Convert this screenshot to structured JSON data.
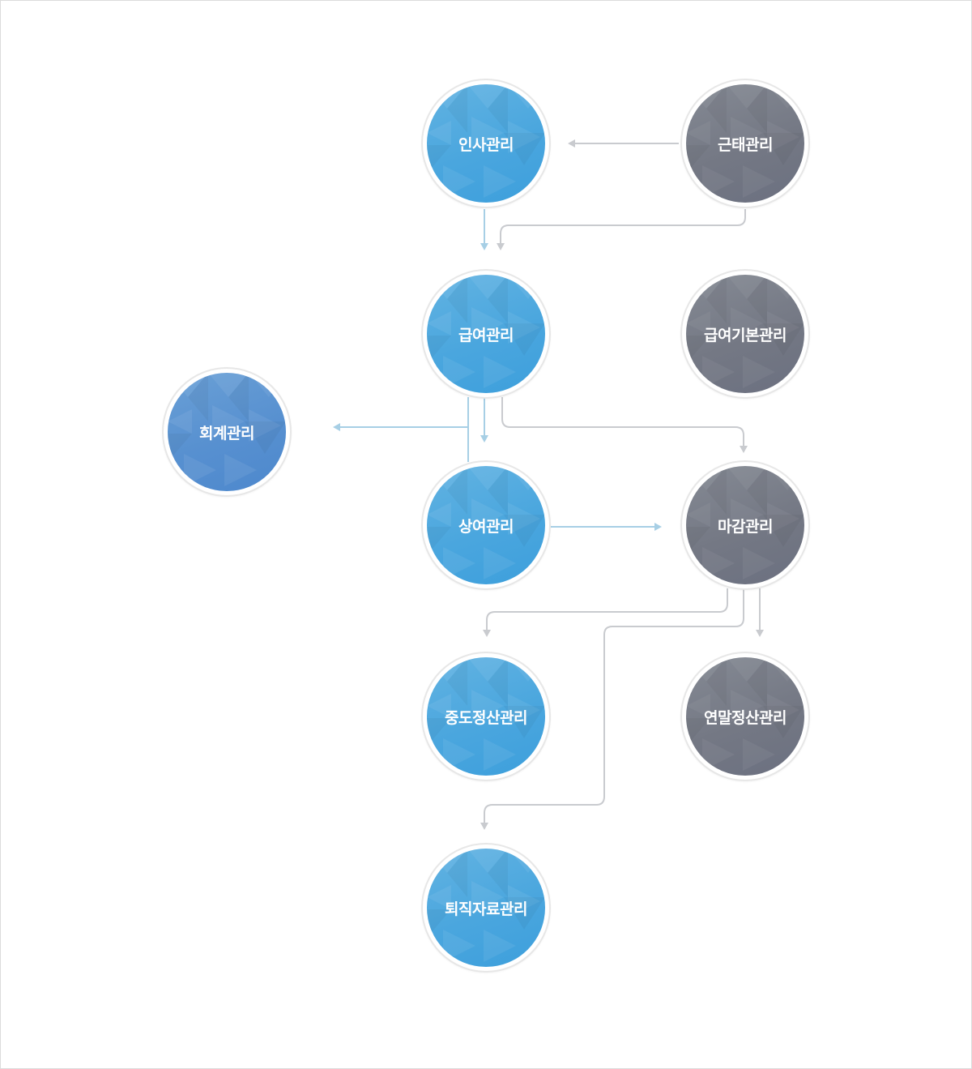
{
  "colors": {
    "blue": "#4aa6de",
    "gray": "#747884",
    "navy": "#5790d0",
    "blue_connector": "#a7cfe5",
    "gray_connector": "#c9cbcf"
  },
  "nodes": {
    "insa": {
      "label": "인사관리",
      "color": "blue"
    },
    "geuntae": {
      "label": "근태관리",
      "color": "gray"
    },
    "geupyeo": {
      "label": "급여관리",
      "color": "blue"
    },
    "geupyeo_gibon": {
      "label": "급여기본관리",
      "color": "gray"
    },
    "hoegye": {
      "label": "회계관리",
      "color": "navy"
    },
    "sangyeo": {
      "label": "상여관리",
      "color": "blue"
    },
    "magam": {
      "label": "마감관리",
      "color": "gray"
    },
    "jungdo": {
      "label": "중도정산관리",
      "color": "blue"
    },
    "yeonmal": {
      "label": "연말정산관리",
      "color": "gray"
    },
    "toejik": {
      "label": "퇴직자료관리",
      "color": "blue"
    }
  },
  "edges": [
    {
      "from": "근태관리",
      "to": "인사관리"
    },
    {
      "from": "인사관리",
      "to": "급여관리"
    },
    {
      "from": "근태관리",
      "to": "급여관리"
    },
    {
      "from": "급여관리",
      "to": "회계관리"
    },
    {
      "from": "급여관리",
      "to": "상여관리"
    },
    {
      "from": "급여관리",
      "to": "마감관리"
    },
    {
      "from": "상여관리",
      "to": "마감관리"
    },
    {
      "from": "마감관리",
      "to": "중도정산관리"
    },
    {
      "from": "마감관리",
      "to": "연말정산관리"
    },
    {
      "from": "마감관리",
      "to": "퇴직자료관리"
    }
  ]
}
